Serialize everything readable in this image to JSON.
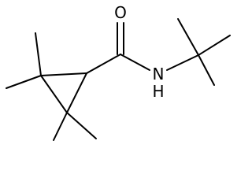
{
  "atoms": {
    "oxygen": "O",
    "nitrogen": "N",
    "hydrogen": "H"
  }
}
